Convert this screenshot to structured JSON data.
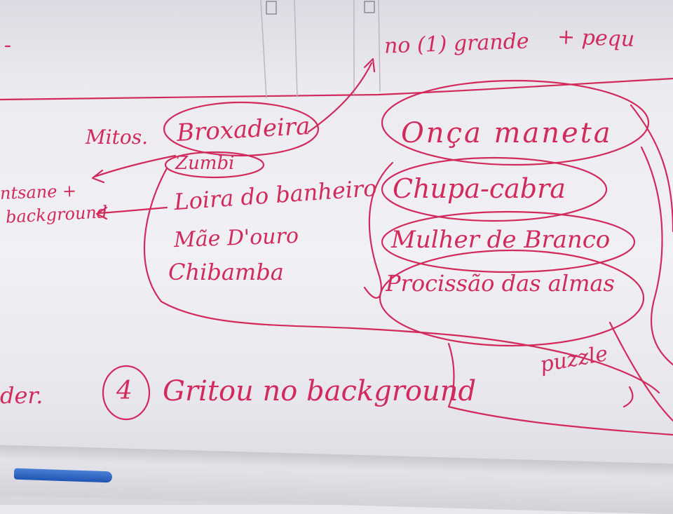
{
  "board": {
    "top_notes": "no (1) grande",
    "top_notes_right": "+ pequ",
    "label_mitos": "Mitos.",
    "myths_group1": [
      "Broxadeira",
      "Zumbi",
      "Loira do banheiro",
      "Mãe D'ouro",
      "Chibamba"
    ],
    "myths_group2": [
      "Onça maneta",
      "Chupa-cabra",
      "Mulher de Branco",
      "Procissão das almas"
    ],
    "left_note_1": "ntsane +",
    "left_note_2": "background",
    "puzzle_note": "puzzle",
    "bottom_left": "der.",
    "bottom_item_number": "4",
    "bottom_item": "Gritou no background"
  },
  "colors": {
    "ink": "#d12a5c",
    "board": "#f1f0f4",
    "marker_blue": "#1f55b3"
  }
}
